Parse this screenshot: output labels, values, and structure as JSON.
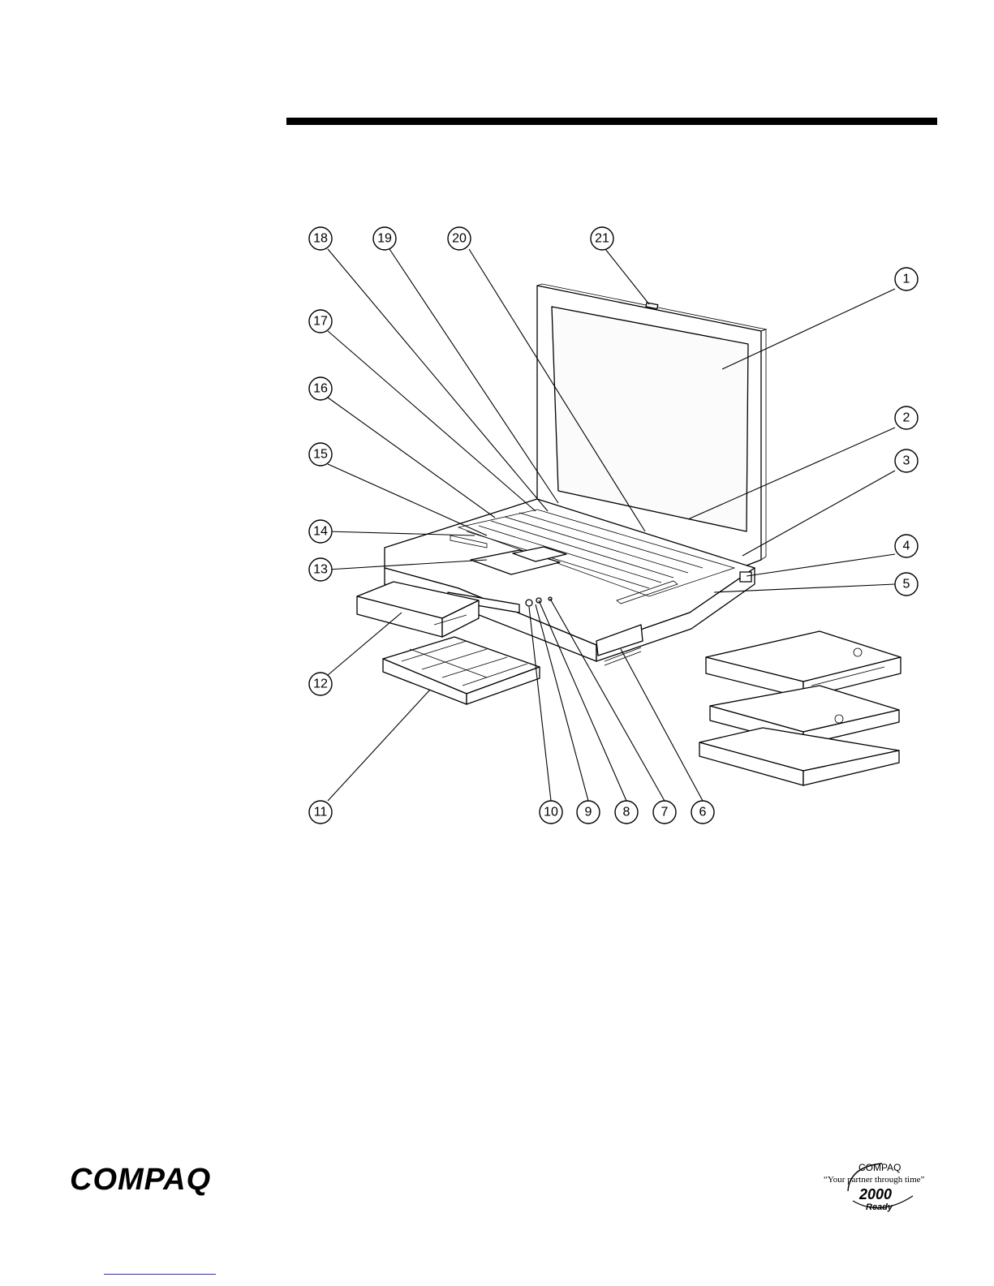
{
  "header": {
    "rule_color": "#000000"
  },
  "callouts": [
    {
      "id": "1",
      "label": "1"
    },
    {
      "id": "2",
      "label": "2"
    },
    {
      "id": "3",
      "label": "3"
    },
    {
      "id": "4",
      "label": "4"
    },
    {
      "id": "5",
      "label": "5"
    },
    {
      "id": "6",
      "label": "6"
    },
    {
      "id": "7",
      "label": "7"
    },
    {
      "id": "8",
      "label": "8"
    },
    {
      "id": "9",
      "label": "9"
    },
    {
      "id": "10",
      "label": "10"
    },
    {
      "id": "11",
      "label": "11"
    },
    {
      "id": "12",
      "label": "12"
    },
    {
      "id": "13",
      "label": "13"
    },
    {
      "id": "14",
      "label": "14"
    },
    {
      "id": "15",
      "label": "15"
    },
    {
      "id": "16",
      "label": "16"
    },
    {
      "id": "17",
      "label": "17"
    },
    {
      "id": "18",
      "label": "18"
    },
    {
      "id": "19",
      "label": "19"
    },
    {
      "id": "20",
      "label": "20"
    },
    {
      "id": "21",
      "label": "21"
    }
  ],
  "footer": {
    "logo": "COMPAQ",
    "y2k_brand": "COMPAQ",
    "y2k_tagline": "“Your partner through time”",
    "y2k_year": "2000",
    "y2k_ready": "Ready",
    "link_color": "#2a2ad8"
  }
}
